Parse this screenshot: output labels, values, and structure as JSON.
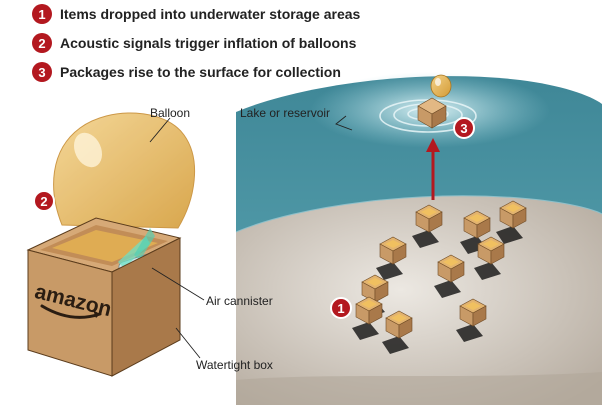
{
  "steps": [
    {
      "num": "1",
      "text": "Items dropped into underwater storage areas"
    },
    {
      "num": "2",
      "text": "Acoustic signals trigger inflation of balloons"
    },
    {
      "num": "3",
      "text": "Packages rise to the surface for collection"
    }
  ],
  "labels": {
    "balloon": "Balloon",
    "lake": "Lake or reservoir",
    "air_cannister": "Air cannister",
    "watertight_box": "Watertight box",
    "brand": "amazon"
  },
  "colors": {
    "accent_red": "#b3181f",
    "water": "#4e9aa8",
    "seabed": "#c9c0b4",
    "box": "#c89a67",
    "balloon": "#e8b85a"
  }
}
